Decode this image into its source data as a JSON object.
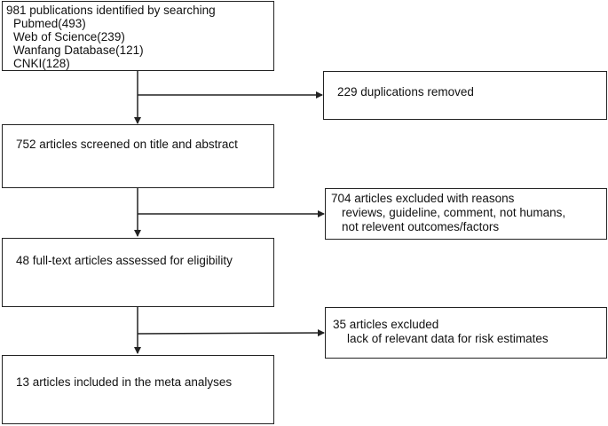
{
  "flow": {
    "identified": {
      "lines": [
        "981 publications identified by searching",
        "Pubmed(493)",
        "Web of Science(239)",
        "Wanfang Database(121)",
        "CNKI(128)"
      ]
    },
    "duplicates": {
      "lines": [
        "229 duplications removed"
      ]
    },
    "screened": {
      "lines": [
        "752 articles screened on title and abstract"
      ]
    },
    "excluded_screen": {
      "lines": [
        "704 articles excluded with reasons",
        "reviews, guideline, comment, not humans,",
        "not relevent outcomes/factors"
      ]
    },
    "fulltext": {
      "lines": [
        "48 full-text articles assessed for eligibility"
      ]
    },
    "excluded_fulltext": {
      "lines": [
        "35 articles excluded",
        "lack of relevant data for risk estimates"
      ]
    },
    "included": {
      "lines": [
        "13 articles included in the meta analyses"
      ]
    }
  }
}
